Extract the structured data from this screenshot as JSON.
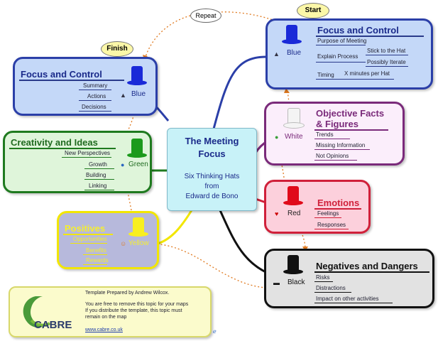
{
  "center": {
    "title_line1": "The Meeting",
    "title_line2": "Focus",
    "subtitle_line1": "Six Thinking Hats",
    "subtitle_line2": "from",
    "subtitle_line3": "Edward de Bono"
  },
  "callouts": {
    "start": "Start",
    "finish": "Finish",
    "repeat": "Repeat"
  },
  "blue_right": {
    "title": "Focus and Control",
    "hat": "Blue",
    "items": [
      "Purpose of Meeting",
      "Explain Process",
      "Timing"
    ],
    "explain_sub": [
      "Stick to the Hat",
      "Possibly Iterate"
    ],
    "timing_sub": "X minutes per Hat"
  },
  "blue_left": {
    "title": "Focus and Control",
    "hat": "Blue",
    "items": [
      "Summary",
      "Actions",
      "Decisions"
    ]
  },
  "green": {
    "title": "Creativity and Ideas",
    "hat": "Green",
    "items": [
      "New Perspectives",
      "Growth",
      "Building",
      "Linking"
    ]
  },
  "yellow": {
    "title": "Positives",
    "hat": "Yellow",
    "items": [
      "Opportunities",
      "Benefits",
      "Rewards"
    ]
  },
  "white": {
    "title_line1": "Objective Facts",
    "title_line2": "& Figures",
    "hat": "White",
    "items": [
      "Trends",
      "Missing Information",
      "Not Opinions"
    ]
  },
  "red": {
    "title": "Emotions",
    "hat": "Red",
    "items": [
      "Feelings",
      "Responses"
    ]
  },
  "black": {
    "title": "Negatives and Dangers",
    "hat": "Black",
    "items": [
      "Risks",
      "Distractions",
      "Impact on other activities"
    ]
  },
  "note": {
    "logo": "CABRE",
    "line1": "Template Prepared by Andrew Wilcox.",
    "line2": "You are free to remove this topic for your maps",
    "line3": "If you distribute the template, this topic must",
    "line4": "remain on the map",
    "url": "www.cabre.co.uk"
  },
  "colors": {
    "blue": "#2b3fa8",
    "green": "#1f7a1f",
    "yellow": "#f2e600",
    "white_border": "#7a2a7a",
    "red": "#d0203a",
    "black": "#111111",
    "orange_dots": "#e07a20"
  }
}
